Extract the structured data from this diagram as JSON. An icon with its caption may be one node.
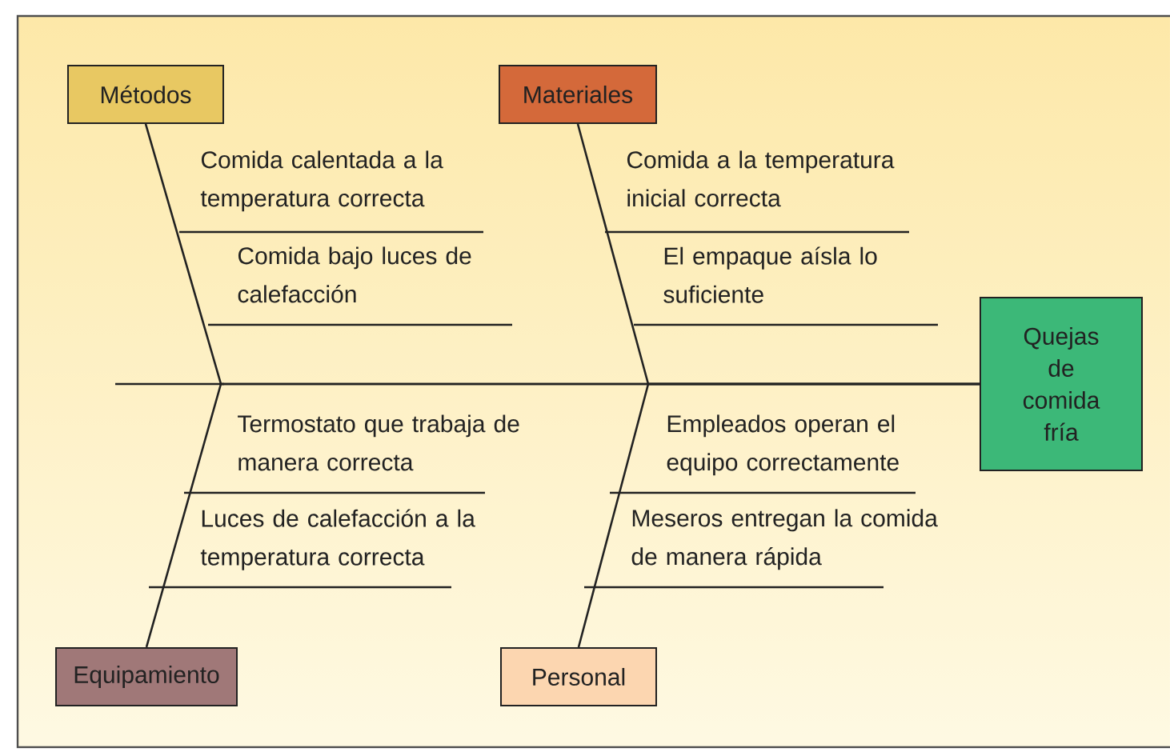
{
  "diagram": {
    "nodes": [
      {
        "text": [
          "Métodos"
        ]
      },
      {
        "text": [
          "Materiales"
        ]
      },
      {
        "text": [
          "Quejas de comida fría"
        ]
      },
      {
        "text": [
          "Equipamiento"
        ]
      },
      {
        "text": [
          "Personal"
        ]
      }
    ],
    "edges": [
      {
        "from": 0,
        "to": 2,
        "arrow": "none"
      },
      {
        "from": 1,
        "to": 2,
        "arrow": "none"
      },
      {
        "from": 3,
        "to": 2,
        "arrow": "none"
      },
      {
        "from": 4,
        "to": 2,
        "arrow": "none"
      }
    ],
    "labels": [
      "Comida calentada a la temperatura correcta",
      "Comida a la temperatura inicial correcta",
      "Comida bajo luces de calefacción",
      "El empaque aísla lo suficiente",
      "Termostato que trabaja de manera correcta",
      "Empleados operan el equipo correctamente",
      "Luces de calefacción a la temperatura correcta",
      "Meseros entregan la comida de manera rápida"
    ]
  }
}
